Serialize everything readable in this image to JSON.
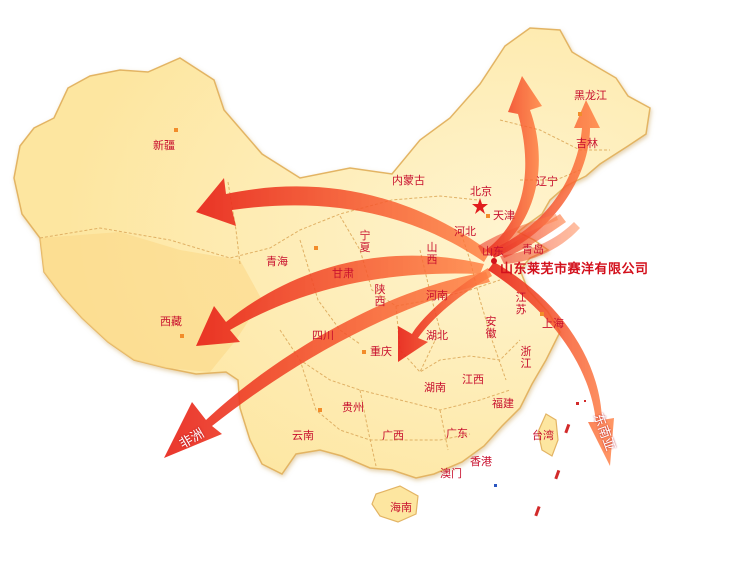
{
  "map": {
    "company": "山东莱芜市赛洋有限公司",
    "destinations": {
      "africa": "非洲",
      "southeast_asia": "东南亚"
    },
    "provinces": [
      {
        "key": "xinjiang",
        "label": "新疆"
      },
      {
        "key": "xizang",
        "label": "西藏"
      },
      {
        "key": "qinghai",
        "label": "青海"
      },
      {
        "key": "gansu",
        "label": "甘肃"
      },
      {
        "key": "neimenggu",
        "label": "内蒙古"
      },
      {
        "key": "ningxia",
        "label": "宁夏"
      },
      {
        "key": "shaanxi",
        "label": "陕西"
      },
      {
        "key": "shanxi",
        "label": "山西"
      },
      {
        "key": "hebei",
        "label": "河北"
      },
      {
        "key": "beijing",
        "label": "北京"
      },
      {
        "key": "tianjin",
        "label": "天津"
      },
      {
        "key": "shandong",
        "label": "山东"
      },
      {
        "key": "qingdao",
        "label": "青岛"
      },
      {
        "key": "henan",
        "label": "河南"
      },
      {
        "key": "jiangsu",
        "label": "江苏"
      },
      {
        "key": "anhui",
        "label": "安徽"
      },
      {
        "key": "shanghai",
        "label": "上海"
      },
      {
        "key": "hubei",
        "label": "湖北"
      },
      {
        "key": "sichuan",
        "label": "四川"
      },
      {
        "key": "chongqing",
        "label": "重庆"
      },
      {
        "key": "zhejiang",
        "label": "浙江"
      },
      {
        "key": "hunan",
        "label": "湖南"
      },
      {
        "key": "jiangxi",
        "label": "江西"
      },
      {
        "key": "guizhou",
        "label": "贵州"
      },
      {
        "key": "fujian",
        "label": "福建"
      },
      {
        "key": "yunnan",
        "label": "云南"
      },
      {
        "key": "guangxi",
        "label": "广西"
      },
      {
        "key": "guangdong",
        "label": "广东"
      },
      {
        "key": "taiwan",
        "label": "台湾"
      },
      {
        "key": "xianggang",
        "label": "香港"
      },
      {
        "key": "aomen",
        "label": "澳门"
      },
      {
        "key": "hainan",
        "label": "海南"
      },
      {
        "key": "liaoning",
        "label": "辽宁"
      },
      {
        "key": "jilin",
        "label": "吉林"
      },
      {
        "key": "heilongjiang",
        "label": "黑龙江"
      }
    ],
    "colors": {
      "land": "#fde7a6",
      "border": "#d9a957",
      "arrow": "#ef3b24",
      "label": "#c8102e"
    }
  }
}
